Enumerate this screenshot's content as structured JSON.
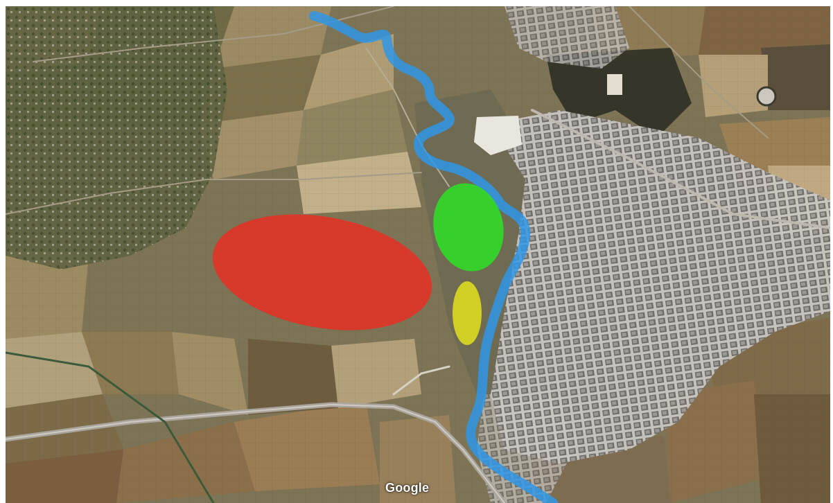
{
  "map": {
    "attribution": "Google",
    "imagery": "satellite",
    "overlays": [
      {
        "id": "river",
        "shape": "polyline",
        "color": "#2f97e6",
        "opacity": 0.85
      },
      {
        "id": "red-zone",
        "shape": "ellipse",
        "color": "#ee2b20",
        "opacity": 0.8
      },
      {
        "id": "green-zone",
        "shape": "ellipse",
        "color": "#2de024",
        "opacity": 0.85
      },
      {
        "id": "yellow-zone",
        "shape": "ellipse",
        "color": "#e4e11c",
        "opacity": 0.85
      }
    ]
  }
}
